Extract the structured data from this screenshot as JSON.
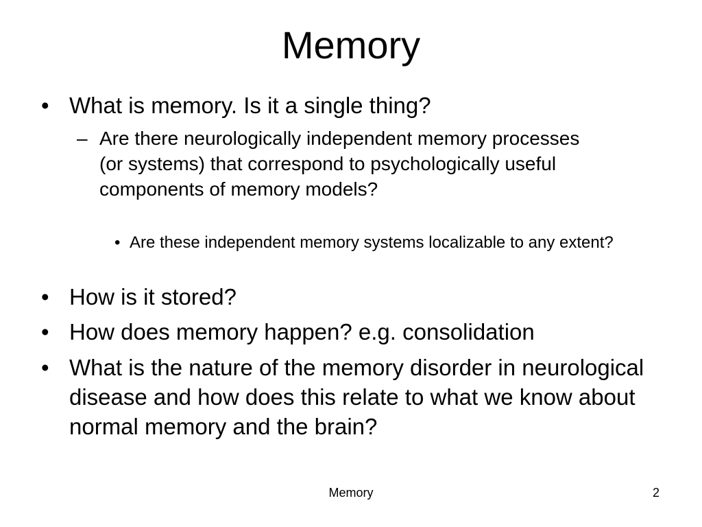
{
  "slide": {
    "title": "Memory",
    "bullets": {
      "b1": {
        "marker": "•",
        "text": "What is memory.  Is it a single thing?"
      },
      "b1_sub1": {
        "marker": "–",
        "text": "Are there neurologically independent memory processes (or systems) that correspond to psychologically useful components of memory models?"
      },
      "b1_sub1_sub1": {
        "marker": "•",
        "text": "Are these independent memory systems localizable to any extent?"
      },
      "b2": {
        "marker": "•",
        "text": "How is it stored?"
      },
      "b3": {
        "marker": "•",
        "text": "How does memory happen? e.g. consolidation"
      },
      "b4": {
        "marker": "•",
        "text": "What is the nature of the memory disorder in neurological disease and how does this relate to what we know about normal memory and the brain?"
      }
    },
    "footer": {
      "center": "Memory",
      "page_number": "2"
    }
  }
}
